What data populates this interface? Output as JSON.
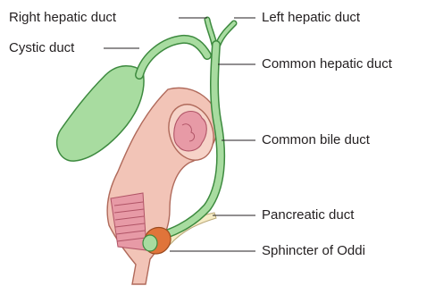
{
  "labels": {
    "right_hepatic_duct": "Right hepatic duct",
    "left_hepatic_duct": "Left hepatic duct",
    "cystic_duct": "Cystic duct",
    "common_hepatic_duct": "Common hepatic duct",
    "common_bile_duct": "Common bile duct",
    "pancreatic_duct": "Pancreatic duct",
    "sphincter_of_oddi": "Sphincter of Oddi"
  },
  "colors": {
    "bile_duct_fill": "#a8dca0",
    "bile_duct_stroke": "#3d8a3f",
    "duodenum_fill": "#f2c4b7",
    "duodenum_stroke": "#b06a5b",
    "mucosa_fill": "#e79aa6",
    "pancreatic_duct_fill": "#f6ecc6",
    "sphincter_fill": "#e0743a",
    "leader_line": "#231f20"
  }
}
